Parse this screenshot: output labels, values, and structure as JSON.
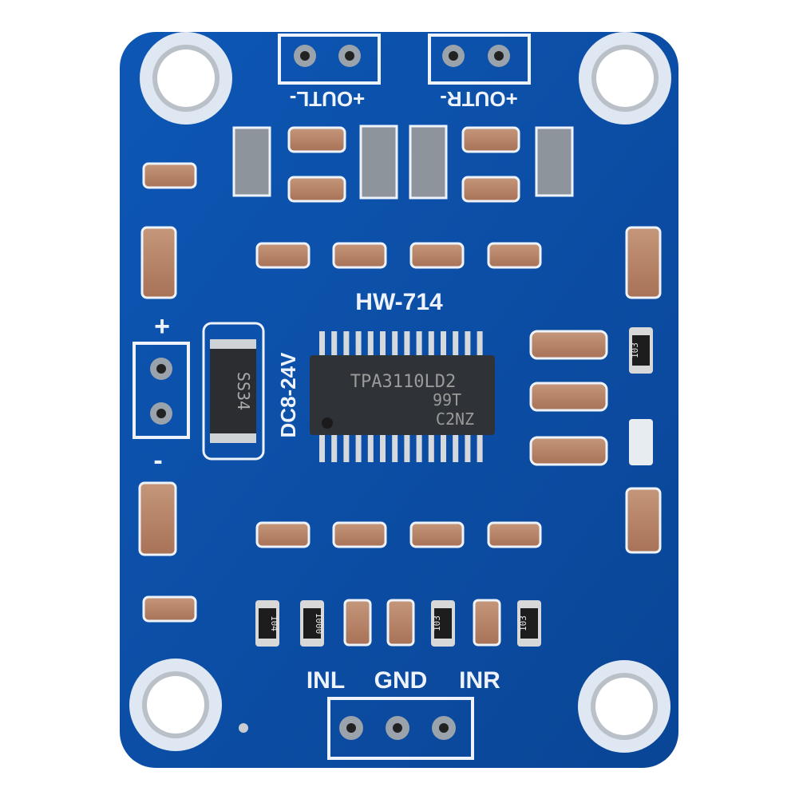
{
  "board": {
    "model_label": "HW-714",
    "voltage_label": "DC8-24V",
    "power_plus": "+",
    "power_minus": "-",
    "out_left_label": "+OUTL-",
    "out_right_label": "+OUTR-",
    "input_labels": [
      "INL",
      "GND",
      "INR"
    ],
    "diode_marking": "SS34",
    "ic": {
      "line1": "TPA3110LD2",
      "line2": "99T",
      "line3": "C2NZ"
    },
    "resistor_codes": [
      "104",
      "1000",
      "103",
      "103",
      "103"
    ],
    "colors": {
      "pcb": "#0b4ea6",
      "silk": "#eef3fb",
      "capacitor": "#b88466",
      "ic": "#2f3236"
    }
  }
}
